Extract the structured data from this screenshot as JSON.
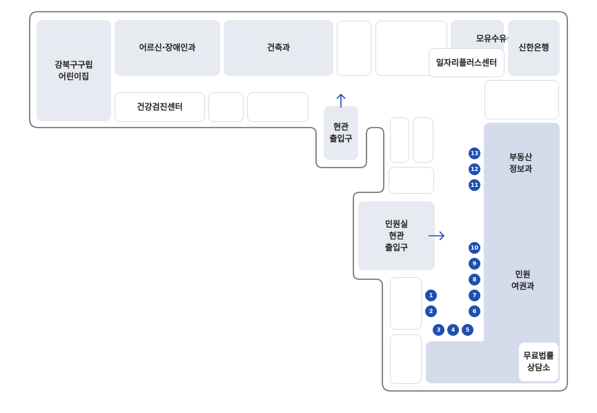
{
  "colors": {
    "wall": "#7a7a7a",
    "room_fill": "#e8eaf2",
    "corridor_fill": "#d4dcec",
    "marker": "#1f4fae",
    "arrow": "#1f4fae"
  },
  "rooms": {
    "gangbuk_daycare": "강북구구립\n어린이집",
    "senior_disabled": "어르신·장애인과",
    "construction": "건축과",
    "nursing_room": "모유수유실",
    "job_center": "일자리플러스센터",
    "shinhan_bank": "신한은행",
    "health_center": "건강검진센터",
    "front_entrance": "현관\n출입구",
    "real_estate": "부동산\n정보과",
    "civil_entrance": "민원실\n현관\n출입구",
    "civil_passport": "민원\n여권과",
    "legal_aid": "무료법률\n상담소"
  },
  "markers": [
    "1",
    "2",
    "3",
    "4",
    "5",
    "6",
    "7",
    "8",
    "9",
    "10",
    "11",
    "12",
    "13"
  ]
}
